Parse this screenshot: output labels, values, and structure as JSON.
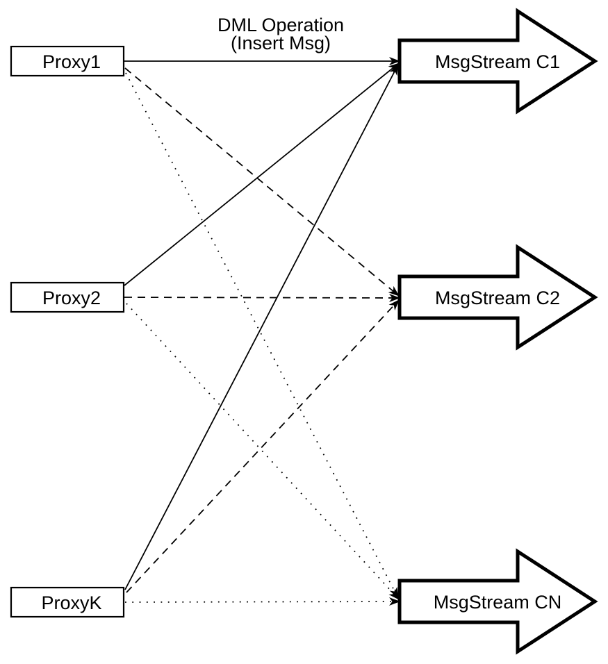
{
  "diagram": {
    "title_annotation": {
      "line1": "DML Operation",
      "line2": "(Insert Msg)"
    },
    "proxies": [
      {
        "label": "Proxy1"
      },
      {
        "label": "Proxy2"
      },
      {
        "label": "ProxyK"
      }
    ],
    "streams": [
      {
        "label": "MsgStream C1"
      },
      {
        "label": "MsgStream C2"
      },
      {
        "label": "MsgStream CN"
      }
    ],
    "edges": [
      {
        "from": "Proxy1",
        "to": "MsgStream C1",
        "style": "solid"
      },
      {
        "from": "Proxy2",
        "to": "MsgStream C1",
        "style": "solid"
      },
      {
        "from": "ProxyK",
        "to": "MsgStream C1",
        "style": "solid"
      },
      {
        "from": "Proxy1",
        "to": "MsgStream C2",
        "style": "dashed"
      },
      {
        "from": "Proxy2",
        "to": "MsgStream C2",
        "style": "dashed"
      },
      {
        "from": "ProxyK",
        "to": "MsgStream C2",
        "style": "dashed"
      },
      {
        "from": "Proxy1",
        "to": "MsgStream CN",
        "style": "dotted"
      },
      {
        "from": "Proxy2",
        "to": "MsgStream CN",
        "style": "dotted"
      },
      {
        "from": "ProxyK",
        "to": "MsgStream CN",
        "style": "dotted"
      }
    ],
    "colors": {
      "stroke": "#000000",
      "fill": "#ffffff",
      "background": "#ffffff"
    }
  }
}
